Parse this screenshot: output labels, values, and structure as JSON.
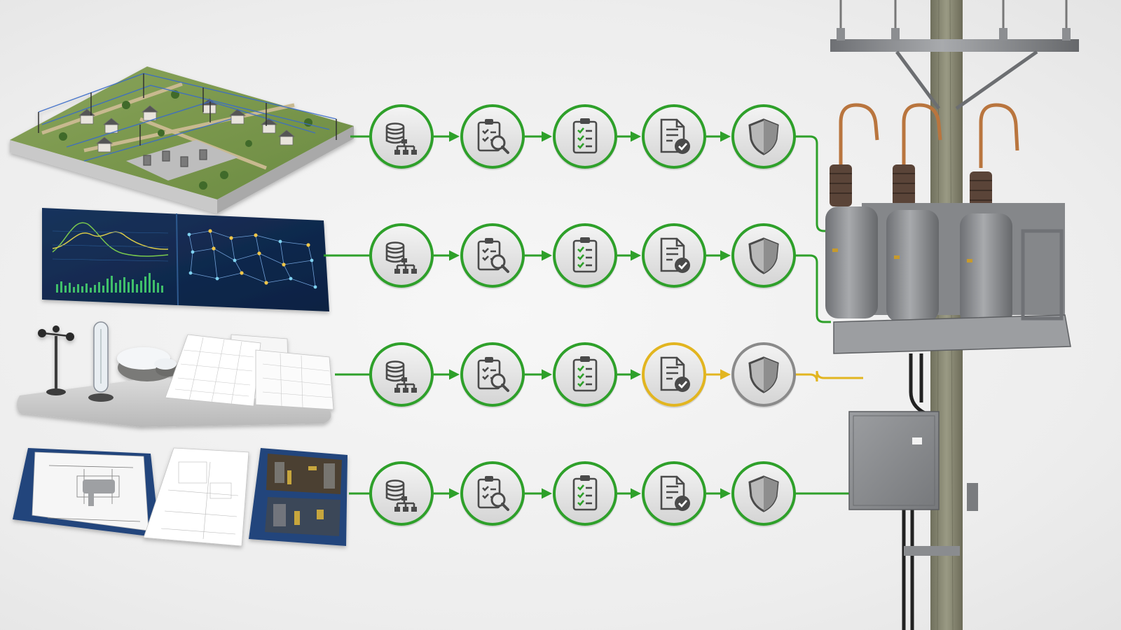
{
  "colors": {
    "background": "#ececec",
    "complete_green": "#2ea02a",
    "warning_yellow": "#e2b520",
    "pending_gray": "#8a8a8a",
    "node_fill": "#e6e6e6",
    "icon_gray": "#4a4a4a",
    "dashboard_navy": "#10284a",
    "binder_blue": "#23457c",
    "pole_wood": "#8a8a74",
    "equipment_steel": "#8d8f92"
  },
  "stages": [
    {
      "id": "data-ingest",
      "icon": "database-hierarchy-icon"
    },
    {
      "id": "inspection",
      "icon": "clipboard-magnifier-icon"
    },
    {
      "id": "checklist",
      "icon": "clipboard-checklist-icon"
    },
    {
      "id": "approval",
      "icon": "document-check-icon"
    },
    {
      "id": "protection",
      "icon": "shield-icon"
    }
  ],
  "sources": [
    {
      "id": "grid-model",
      "image": "3d-distribution-grid-model",
      "statuses": [
        "complete",
        "complete",
        "complete",
        "complete",
        "complete"
      ],
      "link": "complete"
    },
    {
      "id": "monitoring-dashboard",
      "image": "network-monitoring-dashboard",
      "statuses": [
        "complete",
        "complete",
        "complete",
        "complete",
        "complete"
      ],
      "link": "complete"
    },
    {
      "id": "weather-data",
      "image": "weather-instruments-and-data-sheets",
      "statuses": [
        "complete",
        "complete",
        "complete",
        "warning",
        "pending"
      ],
      "link": "warning"
    },
    {
      "id": "engineering-documents",
      "image": "equipment-drawings-and-photo-binder",
      "statuses": [
        "complete",
        "complete",
        "complete",
        "complete",
        "complete"
      ],
      "link": "complete"
    }
  ],
  "target": {
    "image": "pole-mounted-recloser-with-control-cabinet"
  }
}
